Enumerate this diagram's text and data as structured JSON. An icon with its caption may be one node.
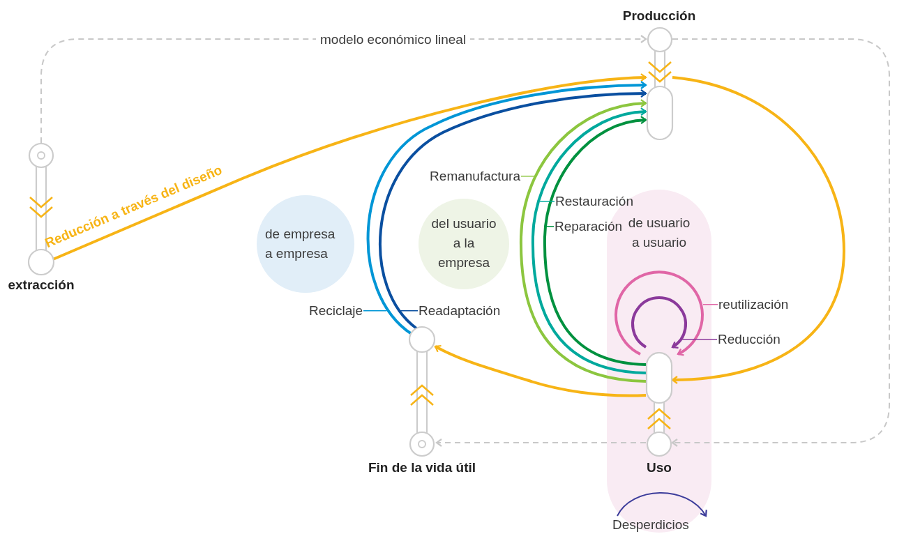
{
  "diagram": {
    "nodes": [
      {
        "text": [
          "extracción"
        ]
      },
      {
        "text": [
          "Producción"
        ]
      },
      {
        "text": [
          "de empresa a empresa"
        ]
      },
      {
        "text": [
          "del usuario a la empresa"
        ]
      },
      {
        "text": [
          "de usuario a usuario"
        ]
      },
      {
        "text": [
          "Uso"
        ],
        "in": 4
      },
      {
        "text": [
          "Fin de la vida útil"
        ]
      }
    ],
    "edges": [
      {
        "from": 0,
        "to": 1,
        "arrow": "to",
        "label": "modelo económico lineal",
        "style": "dashed",
        "color": "#c8c8c8"
      },
      {
        "from": 1,
        "to": 5,
        "arrow": "to",
        "style": "dashed",
        "color": "#c8c8c8"
      },
      {
        "from": 5,
        "to": 6,
        "arrow": "to",
        "style": "dashed",
        "color": "#c8c8c8"
      },
      {
        "from": 0,
        "to": 1,
        "arrow": "to",
        "label": "Reducción a través del diseño",
        "color": "#f7b416"
      },
      {
        "from": 1,
        "to": 5,
        "arrow": "to",
        "color": "#f7b416"
      },
      {
        "from": 5,
        "to": 6,
        "arrow": "to",
        "color": "#f7b416"
      },
      {
        "from": 6,
        "to": 1,
        "arrow": "to",
        "label": "Reciclaje",
        "color": "#0096d6"
      },
      {
        "from": 6,
        "to": 1,
        "arrow": "to",
        "label": "Readaptación",
        "color": "#0a4fa0"
      },
      {
        "from": 5,
        "to": 1,
        "arrow": "to",
        "label": "Remanufactura",
        "color": "#8cc63f"
      },
      {
        "from": 5,
        "to": 1,
        "arrow": "to",
        "label": "Restauración",
        "color": "#00a99d"
      },
      {
        "from": 5,
        "to": 1,
        "arrow": "to",
        "label": "Reparación",
        "color": "#00913f"
      },
      {
        "from": 5,
        "to": 5,
        "arrow": "to",
        "label": "reutilización",
        "color": "#e066a6"
      },
      {
        "from": 5,
        "to": 5,
        "arrow": "to",
        "label": "Reducción",
        "color": "#8b3a9b"
      }
    ],
    "labels": [
      "Desperdicios"
    ]
  }
}
